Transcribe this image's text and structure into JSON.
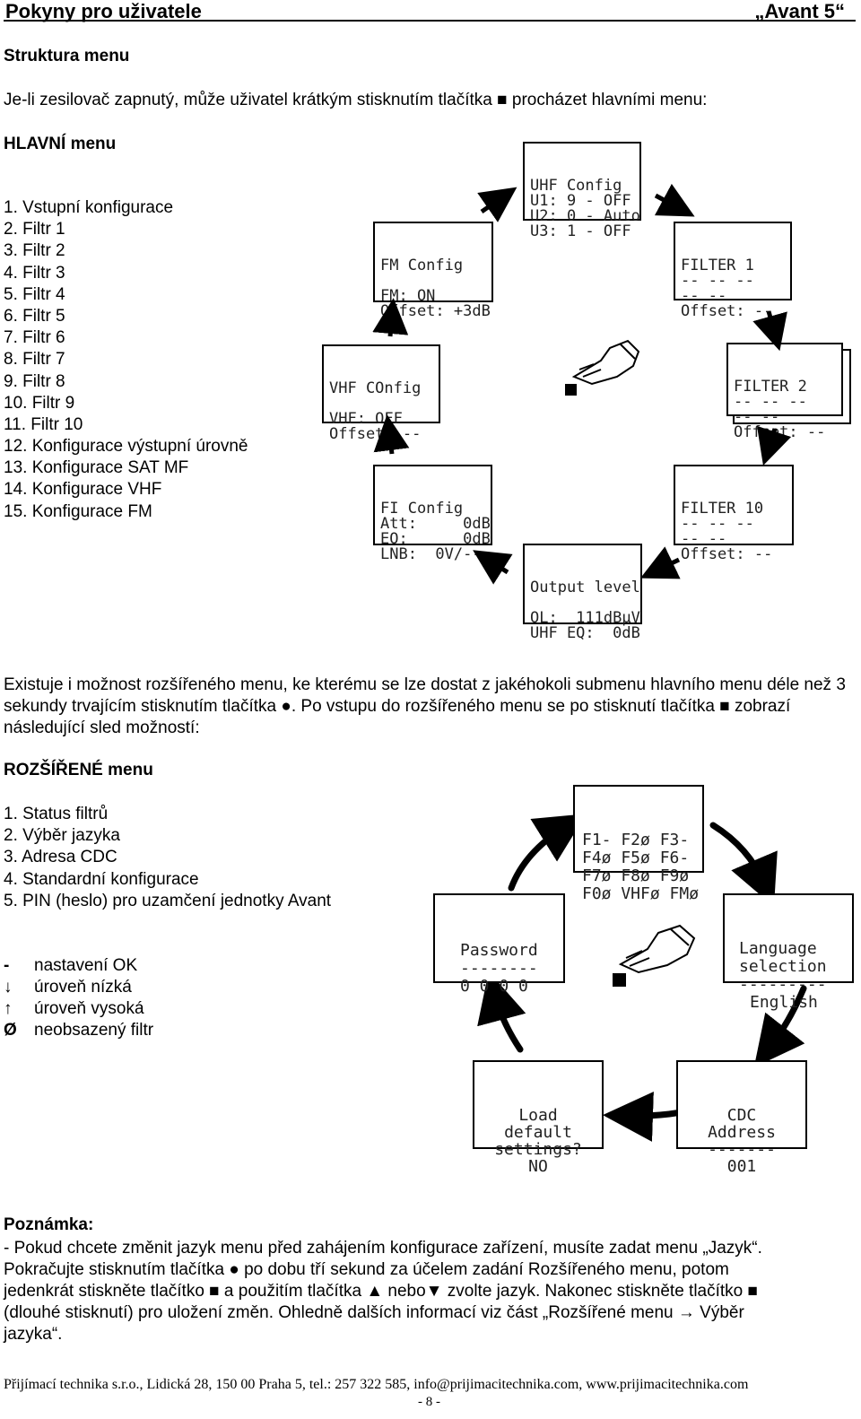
{
  "header": {
    "left": "Pokyny pro uživatele",
    "right": "„Avant 5“"
  },
  "section_title": "Struktura menu",
  "intro": "Je-li zesilovač zapnutý, může uživatel krátkým stisknutím tlačítka ■ procházet hlavními menu:",
  "main_menu": {
    "title": "HLAVNÍ menu",
    "items": [
      "1.  Vstupní konfigurace",
      "2.  Filtr 1",
      "3.  Filtr 2",
      "4.  Filtr 3",
      "5.  Filtr 4",
      "6.  Filtr 5",
      "7.  Filtr 6",
      "8.  Filtr 7",
      "9.  Filtr 8",
      "10. Filtr 9",
      "11. Filtr 10",
      "12. Konfigurace výstupní úrovně",
      "13. Konfigurace SAT MF",
      "14. Konfigurace VHF",
      "15. Konfigurace FM"
    ]
  },
  "main_screens": {
    "uhf": [
      "UHF Config",
      "U1: 9 - OFF",
      "U2: 0 - Auto",
      "U3: 1 - OFF"
    ],
    "fm": [
      "FM Config",
      "",
      "FM: ON",
      "Offset: +3dB"
    ],
    "filter1": [
      "FILTER 1",
      "-- -- --",
      "-- --",
      "Offset: --"
    ],
    "filter2": [
      "FILTER 2",
      "-- -- --",
      "-- --",
      "Offset: --"
    ],
    "vhf": [
      "VHF COnfig",
      "",
      "VHF: OFF",
      "Offset: --"
    ],
    "fi": [
      "FI Config",
      "Att:     0dB",
      "EQ:      0dB",
      "LNB:  0V/--"
    ],
    "filter10": [
      "FILTER 10",
      "-- -- --",
      "-- --",
      "Offset: --"
    ],
    "output": [
      "Output level",
      "",
      "OL:  111dBμV",
      "UHF EQ:  0dB"
    ]
  },
  "button_symbol": "■",
  "extended_intro": "Existuje i možnost rozšířeného menu, ke kterému se lze dostat z jakéhokoli submenu hlavního menu déle než 3 sekundy trvajícím stisknutím tlačítka ●. Po vstupu do rozšířeného menu se po stisknutí tlačítka ■ zobrazí následující sled možností:",
  "extended_menu": {
    "title": "ROZŠÍŘENÉ menu",
    "items": [
      "1. Status filtrů",
      "2. Výběr jazyka",
      "3. Adresa CDC",
      "4. Standardní konfigurace",
      "5. PIN (heslo) pro uzamčení jednotky Avant"
    ]
  },
  "legend": [
    {
      "symbol": "-",
      "text": "nastavení OK"
    },
    {
      "symbol": "↓",
      "text": "úroveň nízká"
    },
    {
      "symbol": "↑",
      "text": "úroveň vysoká"
    },
    {
      "symbol": "Ø",
      "text": "neobsazený filtr"
    }
  ],
  "extended_screens": {
    "status": [
      "F1- F2ø F3-",
      "F4ø F5ø F6-",
      "F7ø F8ø F9ø",
      "F0ø VHFø FMø"
    ],
    "password": [
      "Password",
      "--------",
      "0 0 0 0"
    ],
    "language": [
      "Language",
      "selection",
      "---------",
      "English"
    ],
    "load": [
      "Load",
      "default",
      "settings?",
      "NO"
    ],
    "cdc": [
      "CDC",
      "Address",
      "-------",
      "001"
    ]
  },
  "note": {
    "title": "Poznámka:",
    "lines": [
      "- Pokud chcete změnit jazyk menu před zahájením konfigurace zařízení, musíte zadat menu „Jazyk“.",
      "Pokračujte stisknutím tlačítka ● po dobu tří sekund za účelem zadání Rozšířeného menu, potom",
      "jedenkrát stiskněte tlačítko ■ a použitím tlačítka ▲ nebo▼ zvolte jazyk. Nakonec stiskněte tlačítko ■",
      "(dlouhé stisknutí) pro uložení změn. Ohledně dalších informací viz část „Rozšířené menu → Výběr",
      "jazyka“."
    ]
  },
  "footer": "Přijímací technika s.r.o., Lidická 28, 150 00 Praha 5, tel.: 257 322 585, info@prijimacitechnika.com, www.prijimacitechnika.com",
  "page_number": "- 8 -"
}
